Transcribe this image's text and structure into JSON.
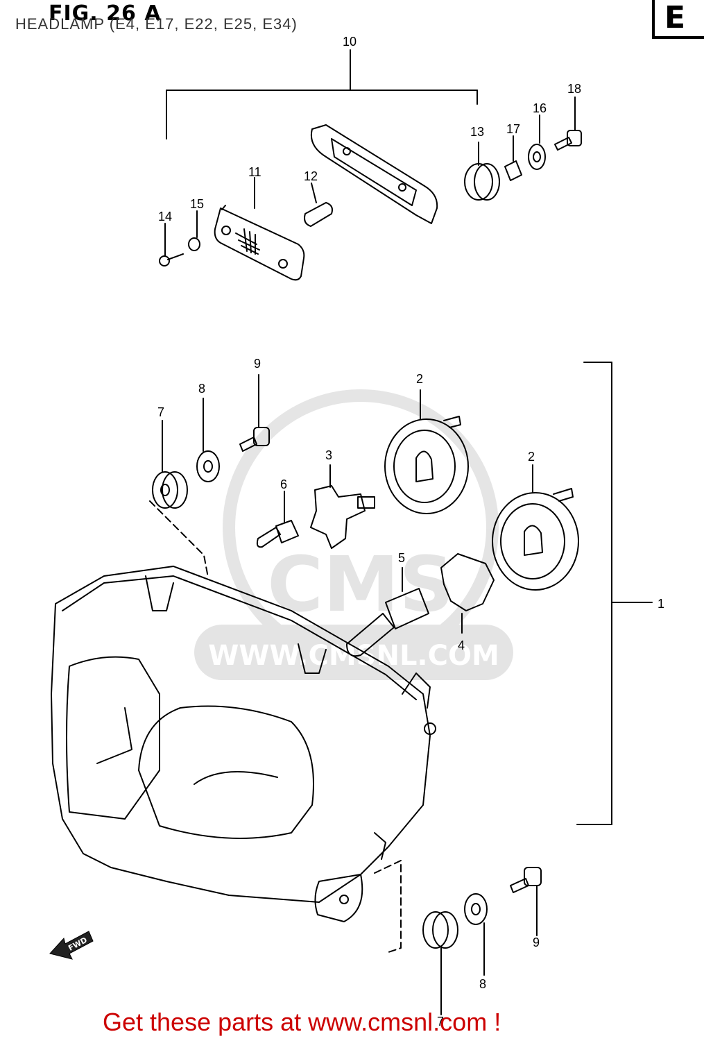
{
  "header": {
    "figure_title": "FIG. 26 A",
    "subtitle": "HEADLAMP (E4, E17, E22, E25, E34)",
    "section_letter": "E"
  },
  "watermark": {
    "brand": "CMS",
    "url": "WWW.CMSNL.COM"
  },
  "direction_arrow": {
    "label": "FWD"
  },
  "callouts": [
    {
      "id": "c10",
      "label": "10"
    },
    {
      "id": "c11",
      "label": "11"
    },
    {
      "id": "c12",
      "label": "12"
    },
    {
      "id": "c13",
      "label": "13"
    },
    {
      "id": "c14",
      "label": "14"
    },
    {
      "id": "c15",
      "label": "15"
    },
    {
      "id": "c16",
      "label": "16"
    },
    {
      "id": "c17",
      "label": "17"
    },
    {
      "id": "c18",
      "label": "18"
    },
    {
      "id": "c1",
      "label": "1"
    },
    {
      "id": "c2a",
      "label": "2"
    },
    {
      "id": "c2b",
      "label": "2"
    },
    {
      "id": "c3",
      "label": "3"
    },
    {
      "id": "c4",
      "label": "4"
    },
    {
      "id": "c5",
      "label": "5"
    },
    {
      "id": "c6",
      "label": "6"
    },
    {
      "id": "c7a",
      "label": "7"
    },
    {
      "id": "c7b",
      "label": "7"
    },
    {
      "id": "c8a",
      "label": "8"
    },
    {
      "id": "c8b",
      "label": "8"
    },
    {
      "id": "c9a",
      "label": "9"
    },
    {
      "id": "c9b",
      "label": "9"
    }
  ],
  "footer": {
    "text": "Get these parts at www.cmsnl.com !"
  }
}
